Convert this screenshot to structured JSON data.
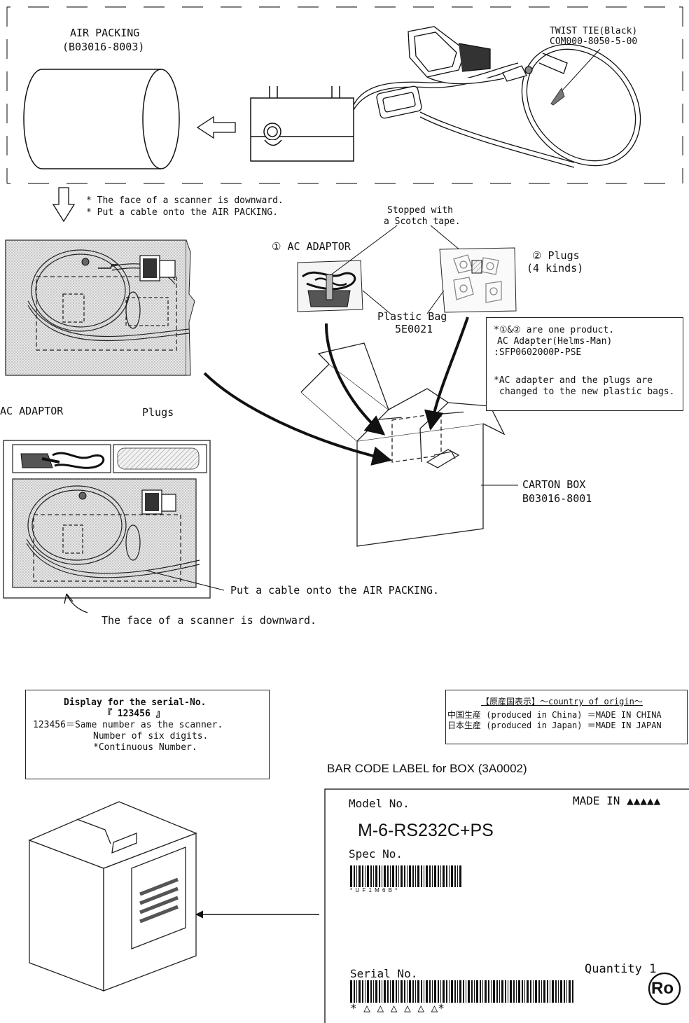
{
  "top": {
    "air_packing": "AIR PACKING",
    "air_packing_no": "(B03016-8003)",
    "twist_tie": "TWIST TIE(Black)",
    "twist_tie_no": "COM000-8050-5-00",
    "note_face": "* The face of a scanner is downward.",
    "note_cable": "* Put a cable onto the AIR PACKING."
  },
  "middle": {
    "stopped_1": "Stopped with",
    "stopped_2": "a Scotch tape.",
    "ac_adaptor_item": "① AC ADAPTOR",
    "plugs_item_1": "② Plugs",
    "plugs_item_2": "(4 kinds)",
    "plastic_bag_1": "Plastic Bag",
    "plastic_bag_2": "5E0021",
    "info_1": "*①&②  are one product.",
    "info_2": "AC Adapter(Helms-Man)",
    "info_3": ":SFP0602000P-PSE",
    "info_4": "*AC adapter and the plugs are",
    "info_5": "changed to the new plastic bags.",
    "tray_ac": "AC ADAPTOR",
    "tray_plugs": "Plugs",
    "carton_1": "CARTON BOX",
    "carton_2": "B03016-8001",
    "put_cable": "Put a cable onto the AIR PACKING.",
    "face_down": "The face of a scanner is downward."
  },
  "serial_box": {
    "title": "Display for the serial-No.",
    "sample": "『 123456 』",
    "line1": "123456＝Same number as the scanner.",
    "line2": "Number of six digits.",
    "line3": "*Continuous Number."
  },
  "origin": {
    "title": "【原産国表示】～country of origin～",
    "china": "中国生産 (produced in China) ＝MADE IN CHINA",
    "japan": "日本生産 (produced in Japan) ＝MADE IN JAPAN"
  },
  "label": {
    "caption": "BAR CODE LABEL for BOX (3A0002)",
    "model_label": "Model No.",
    "made_in": "MADE IN ▲▲▲▲▲",
    "model_value": "M-6-RS232C+PS",
    "spec_label": "Spec No.",
    "spec_barcode_text": "* U F 1 M 6 B *",
    "quantity": "Quantity  1",
    "serial_label": "Serial No.",
    "serial_barcode_text": "* △ △ △ △ △ △*",
    "ro_mark": "Ro"
  }
}
